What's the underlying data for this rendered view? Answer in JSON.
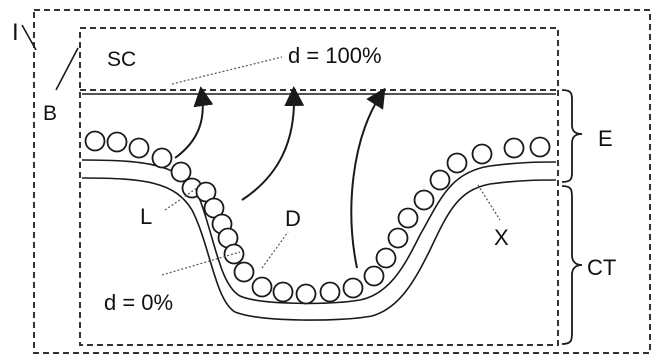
{
  "labels": {
    "fig_label": "I",
    "boundary": "B",
    "stratum_corneum": "SC",
    "depth_top": "d = 100%",
    "depth_bottom": "d = 0%",
    "layer_cell": "L",
    "differentiation": "D",
    "epidermis": "E",
    "connective_tissue": "CT",
    "membrane": "X"
  },
  "colors": {
    "stroke": "#1a1a1a",
    "dash": "#333333",
    "background": "#ffffff"
  }
}
